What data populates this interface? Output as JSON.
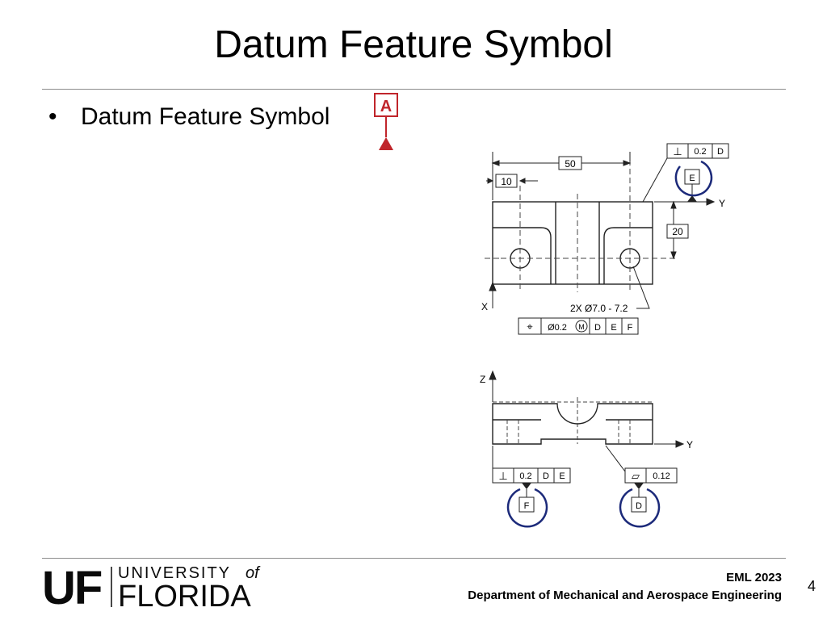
{
  "slide": {
    "title": "Datum Feature Symbol",
    "bullet": "Datum Feature Symbol",
    "bullet_marker": "•",
    "symbol_letter": "A",
    "page_number": "4"
  },
  "drawing_top": {
    "dim_50": "50",
    "dim_10": "10",
    "dim_20": "20",
    "frame_e": {
      "symbol": "⊥",
      "value": "0.2",
      "datum": "D"
    },
    "datum_e": "E",
    "axis_y": "Y",
    "axis_x": "X",
    "hole_note": "2X Ø7.0 - 7.2",
    "position_frame": {
      "symbol": "⌖",
      "value": "Ø0.2",
      "modifier": "M",
      "datums": [
        "D",
        "E",
        "F"
      ]
    }
  },
  "drawing_bottom": {
    "axis_z": "Z",
    "axis_y": "Y",
    "frame_f": {
      "symbol": "⊥",
      "value": "0.2",
      "datums": [
        "D",
        "E"
      ]
    },
    "frame_d": {
      "symbol": "▱",
      "value": "0.12"
    },
    "datum_f": "F",
    "datum_d": "D"
  },
  "footer": {
    "course": "EML 2023",
    "department": "Department of Mechanical and Aerospace Engineering",
    "logo_uf": "UF",
    "logo_university": "UNIVERSITY",
    "logo_of": "of",
    "logo_florida": "FLORIDA"
  },
  "colors": {
    "accent_red": "#c0252b",
    "ink_blue": "#1c2a7a",
    "uf_blue": "#0a0a0a"
  }
}
